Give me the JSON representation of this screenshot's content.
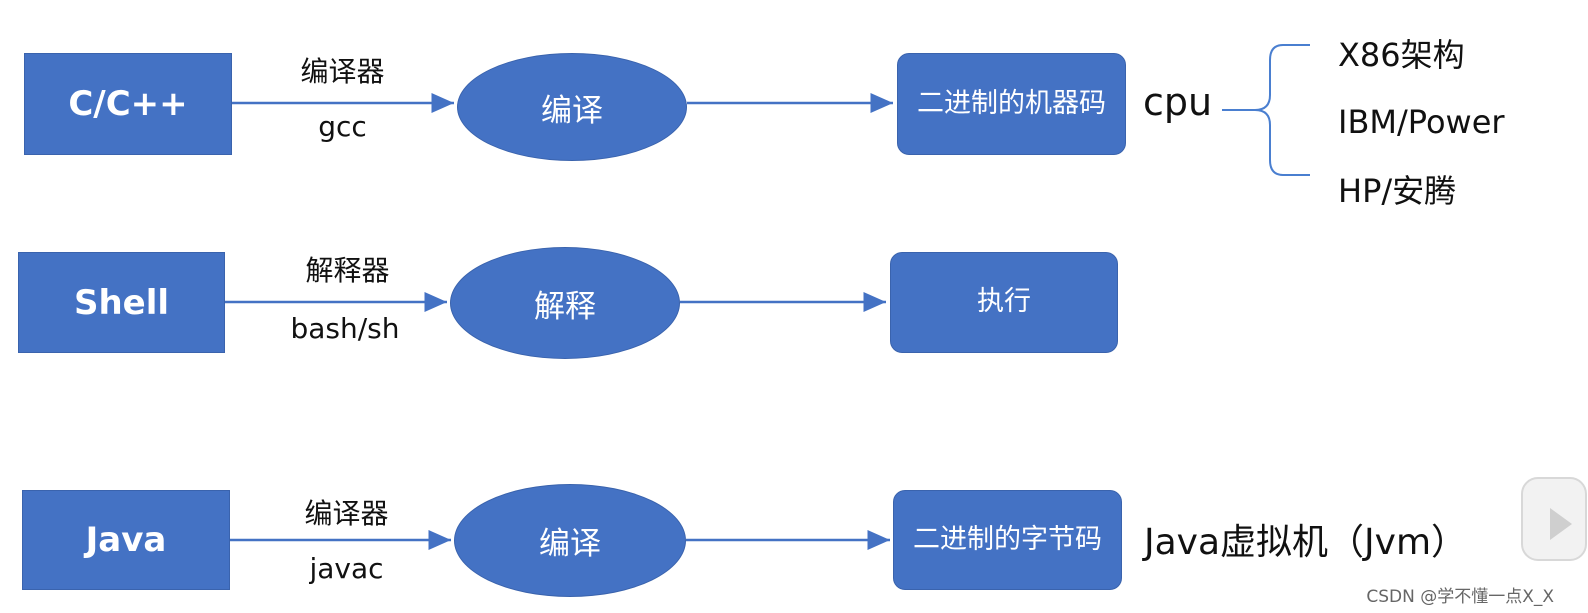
{
  "rows": [
    {
      "language": "C/C++",
      "tool_label": "编译器",
      "tool_name": "gcc",
      "process": "编译",
      "output": "二进制的机器码",
      "target": "cpu"
    },
    {
      "language": "Shell",
      "tool_label": "解释器",
      "tool_name": "bash/sh",
      "process": "解释",
      "output": "执行"
    },
    {
      "language": "Java",
      "tool_label": "编译器",
      "tool_name": "javac",
      "process": "编译",
      "output": "二进制的字节码",
      "target": "Java虚拟机（Jvm）"
    }
  ],
  "cpu_architectures": [
    "X86架构",
    "IBM/Power",
    "HP/安腾"
  ],
  "watermark": "CSDN @学不懂一点X_X",
  "colors": {
    "box_fill": "#4472c4",
    "arrow": "#4472c4",
    "bracket": "#4a7fd0"
  },
  "icons": {
    "player": "play-icon"
  }
}
